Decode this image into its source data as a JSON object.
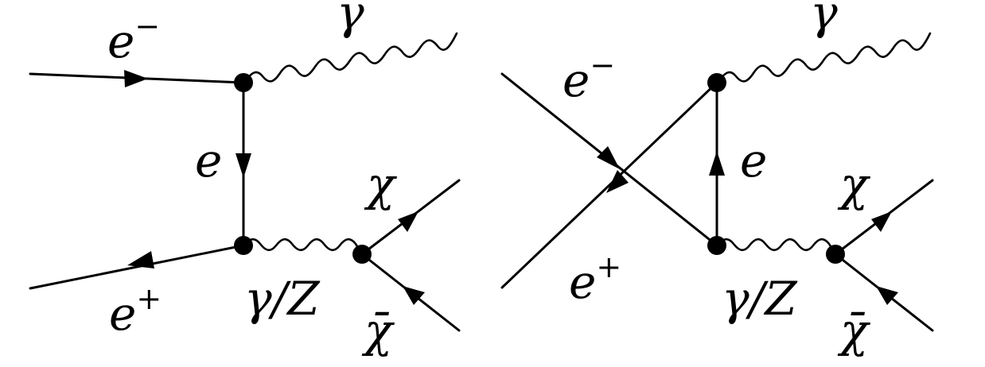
{
  "diagrams": [
    {
      "labels": {
        "electron_in": "e",
        "electron_in_charge": "−",
        "photon_out": "γ",
        "propagator": "e",
        "positron_in": "e",
        "positron_in_charge": "+",
        "mediator": "γ/Z",
        "chi": "χ",
        "chibar": "χ̄"
      }
    },
    {
      "labels": {
        "electron_in": "e",
        "electron_in_charge": "−",
        "photon_out": "γ",
        "propagator": "e",
        "positron_in": "e",
        "positron_in_charge": "+",
        "mediator": "γ/Z",
        "chi": "χ",
        "chibar": "χ̄"
      }
    }
  ]
}
